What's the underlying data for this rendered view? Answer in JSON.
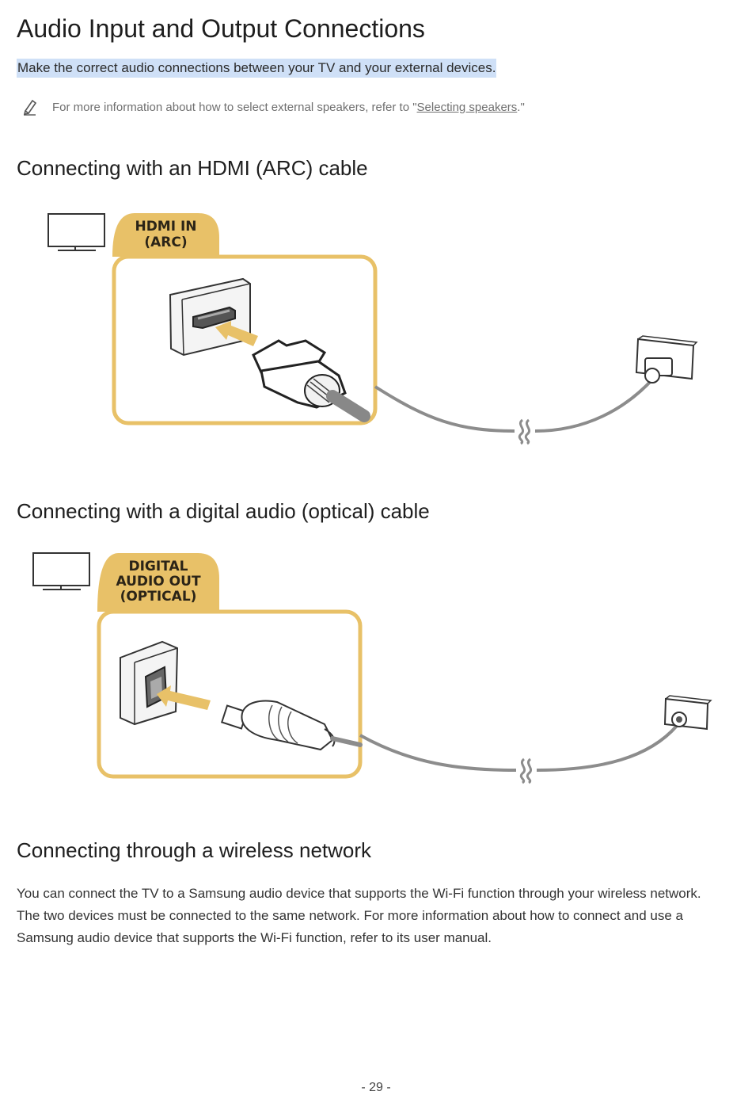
{
  "title": "Audio Input and Output Connections",
  "intro": "Make the correct audio connections between your TV and your external devices.",
  "note": {
    "prefix": "For more information about how to select external speakers, refer to \"",
    "link": "Selecting speakers",
    "suffix": ".\""
  },
  "sections": [
    {
      "heading": "Connecting with an HDMI (ARC) cable",
      "port_label_lines": [
        "HDMI IN",
        "(ARC)"
      ]
    },
    {
      "heading": "Connecting with a digital audio (optical) cable",
      "port_label_lines": [
        "DIGITAL",
        "AUDIO OUT",
        "(OPTICAL)"
      ]
    },
    {
      "heading": "Connecting through a wireless network",
      "body_lines": [
        "You can connect the TV to a Samsung audio device that supports the Wi-Fi function through your wireless network.",
        "The two devices must be connected to the same network. For more information about how to connect and use a",
        "Samsung audio device that supports the Wi-Fi function, refer to its user manual."
      ]
    }
  ],
  "page_number": "- 29 -",
  "colors": {
    "accent": "#e8c168",
    "accent_dark": "#e2b85a",
    "cable": "#8c8c8c",
    "highlight": "#cfe0f7"
  },
  "icons": [
    "pencil-icon",
    "tv-icon",
    "hdmi-port-icon",
    "optical-port-icon",
    "arrow-icon",
    "cable-break-icon"
  ]
}
